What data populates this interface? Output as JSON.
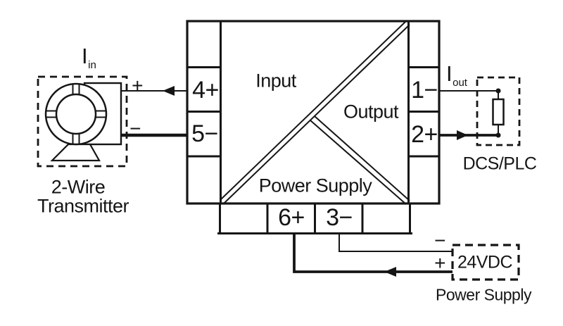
{
  "colors": {
    "ink": "#151515",
    "background": "#ffffff"
  },
  "transmitter": {
    "current_symbol": "I",
    "current_subscript": "in",
    "polarity_plus": "+",
    "polarity_minus": "−",
    "label_line1": "2-Wire",
    "label_line2": "Transmitter"
  },
  "isolator": {
    "section_input": "Input",
    "section_output": "Output",
    "section_power_supply": "Power Supply",
    "terminal_4": "4+",
    "terminal_5": "5−",
    "terminal_1": "1−",
    "terminal_2": "2+",
    "terminal_6": "6+",
    "terminal_3": "3−"
  },
  "output_load": {
    "current_symbol": "I",
    "current_subscript": "out",
    "label": "DCS/PLC"
  },
  "power_supply": {
    "polarity_minus": "−",
    "polarity_plus": "+",
    "voltage": "24VDC",
    "label": "Power Supply"
  }
}
